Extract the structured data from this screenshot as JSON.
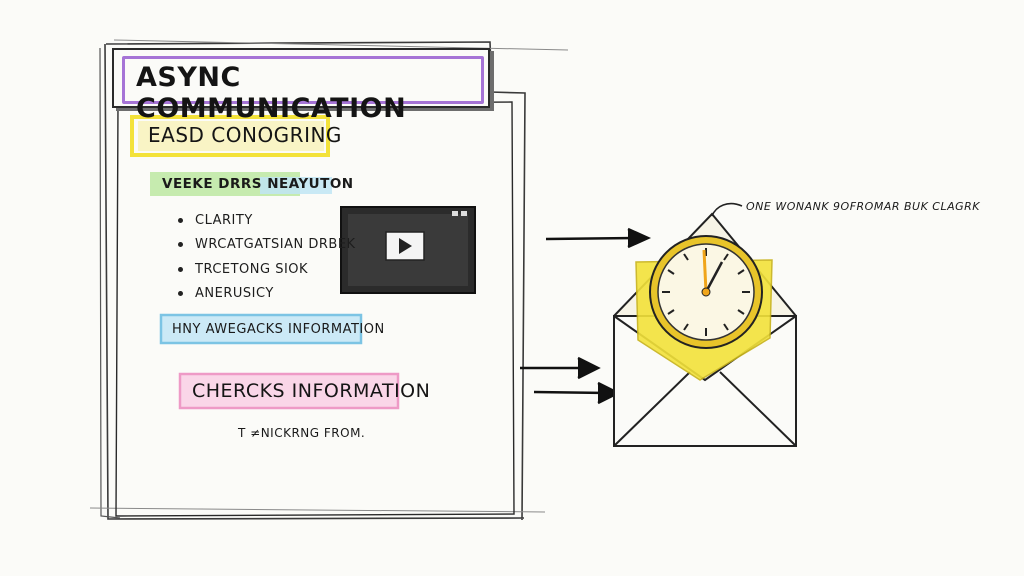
{
  "title": "ASYNC COMMUNICATION",
  "section_1": "EASD CONOGRING",
  "section_2": "VEEKE DRRS NEAYUTON",
  "bullets": [
    "CLARITY",
    "WRCATGATSIAN DRBEK",
    "TRCETONG SIOK",
    "ANERUSICY"
  ],
  "section_3": "HNY AWEGACKS INFORMATION",
  "section_4": "CHERCKS INFORMATION",
  "footnote": "T ≠NICKRNG FROM.",
  "clock_caption": "ONE WONANK 9OFROMAR BUK CLAGRK",
  "colors": {
    "purple": "#a674d6",
    "yellow": "#f3e23a",
    "green": "#8fd56a",
    "blue": "#8fd0ec",
    "pink": "#f2a8cf",
    "clock_face": "#fbf7e4",
    "clock_hand": "#f0a51a"
  },
  "icons": [
    "video-player-icon",
    "envelope-icon",
    "clock-icon",
    "arrow-icon"
  ]
}
